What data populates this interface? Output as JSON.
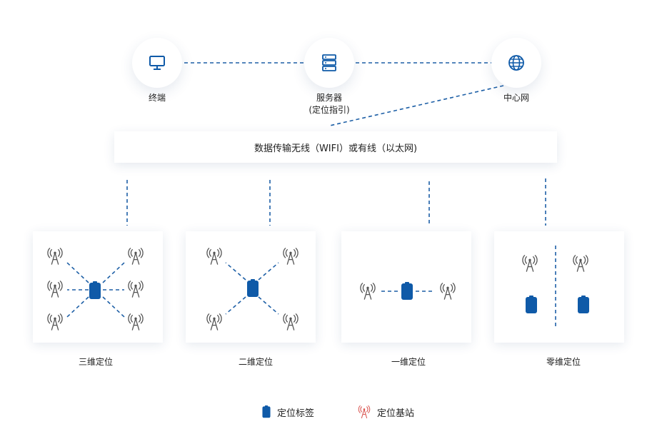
{
  "nodes": {
    "terminal": {
      "label": "终端",
      "icon": "monitor-icon"
    },
    "server": {
      "label_line1": "服务器",
      "label_line2": "(定位指引)",
      "icon": "server-icon"
    },
    "center": {
      "label": "中心网",
      "icon": "globe-icon"
    }
  },
  "banner": {
    "text": "数据传输无线（WIFI）或有线（以太网)"
  },
  "panels": [
    {
      "caption": "三维定位"
    },
    {
      "caption": "二维定位"
    },
    {
      "caption": "一维定位"
    },
    {
      "caption": "零维定位"
    }
  ],
  "legend": {
    "tag_label": "定位标签",
    "station_label": "定位基站"
  },
  "colors": {
    "accent": "#0f5aa8",
    "station": "#555555",
    "station_legend": "#d9534f",
    "line": "#1d5fa6"
  }
}
